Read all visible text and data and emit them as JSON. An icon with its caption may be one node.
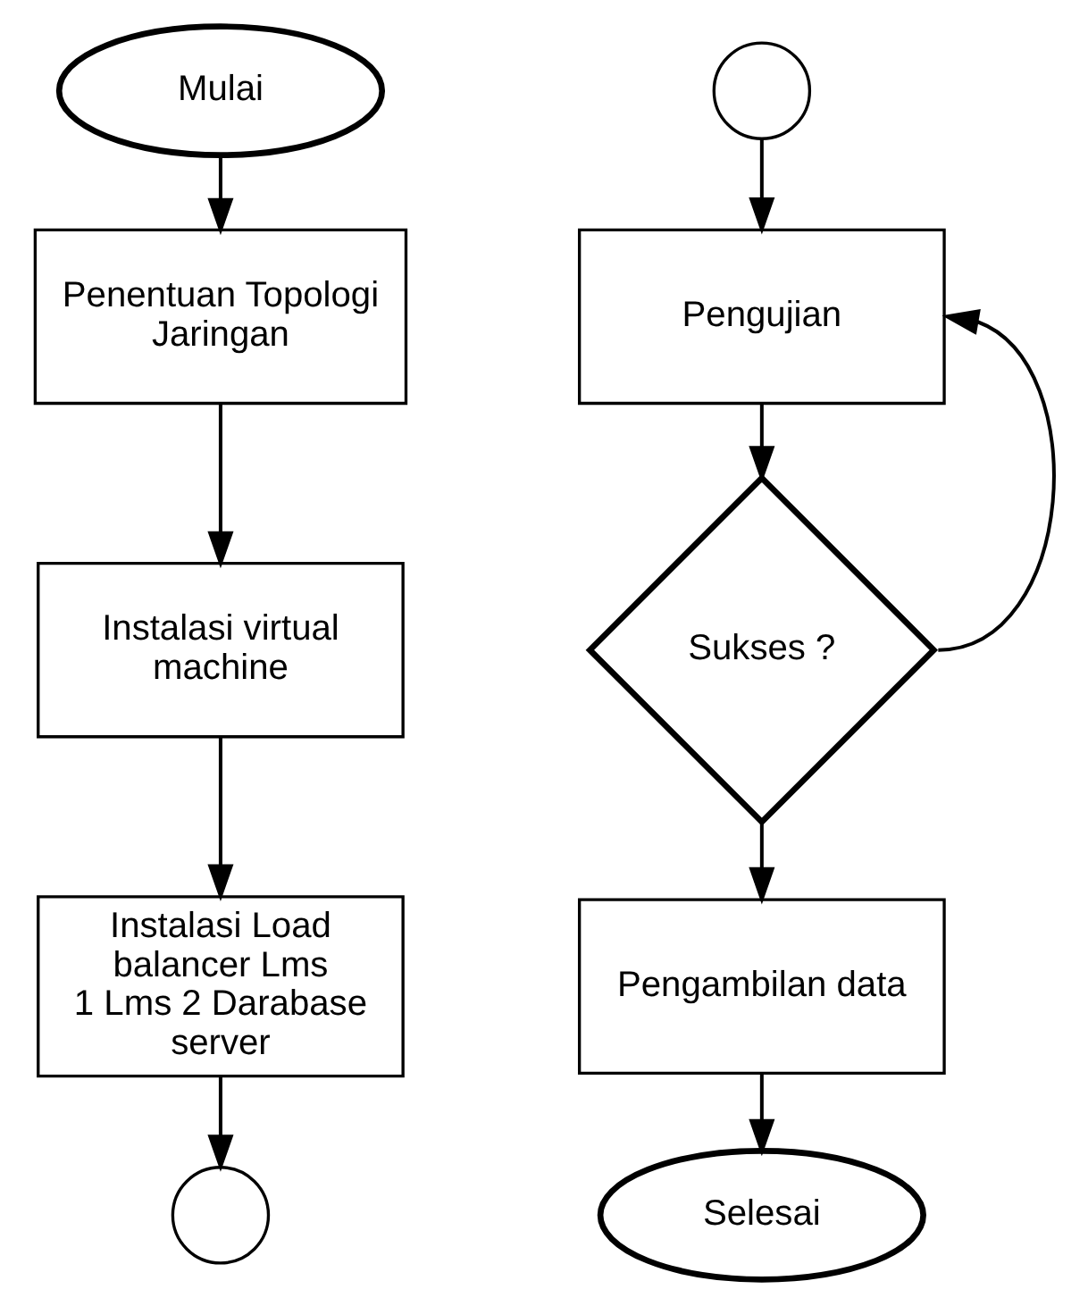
{
  "diagram": {
    "nodes": [
      {
        "text": [
          "Mulai"
        ]
      },
      {
        "text": [
          "Penentuan Topologi Jaringan"
        ]
      },
      {
        "text": [
          "Instalasi virtual machine"
        ]
      },
      {
        "text": [
          "Instalasi Load balancer Lms 1 Lms 2 Darabase server"
        ]
      },
      {
        "text": [],
        "shape": "circle"
      },
      {
        "text": [],
        "shape": "circle"
      },
      {
        "text": [
          "Pengujian"
        ]
      },
      {
        "text": [
          "Sukses ?"
        ]
      },
      {
        "text": [
          "Pengambilan data"
        ]
      },
      {
        "text": [
          "Selesai"
        ]
      }
    ],
    "edges": [
      {
        "from": 0,
        "to": 1,
        "arrow": "to"
      },
      {
        "from": 1,
        "to": 2,
        "arrow": "to"
      },
      {
        "from": 2,
        "to": 3,
        "arrow": "to"
      },
      {
        "from": 3,
        "to": 4,
        "arrow": "to"
      },
      {
        "from": 5,
        "to": 6,
        "arrow": "to"
      },
      {
        "from": 6,
        "to": 7,
        "arrow": "to"
      },
      {
        "from": 7,
        "to": 8,
        "arrow": "to"
      },
      {
        "from": 8,
        "to": 9,
        "arrow": "to"
      },
      {
        "from": 7,
        "to": 6,
        "arrow": "to"
      }
    ]
  }
}
